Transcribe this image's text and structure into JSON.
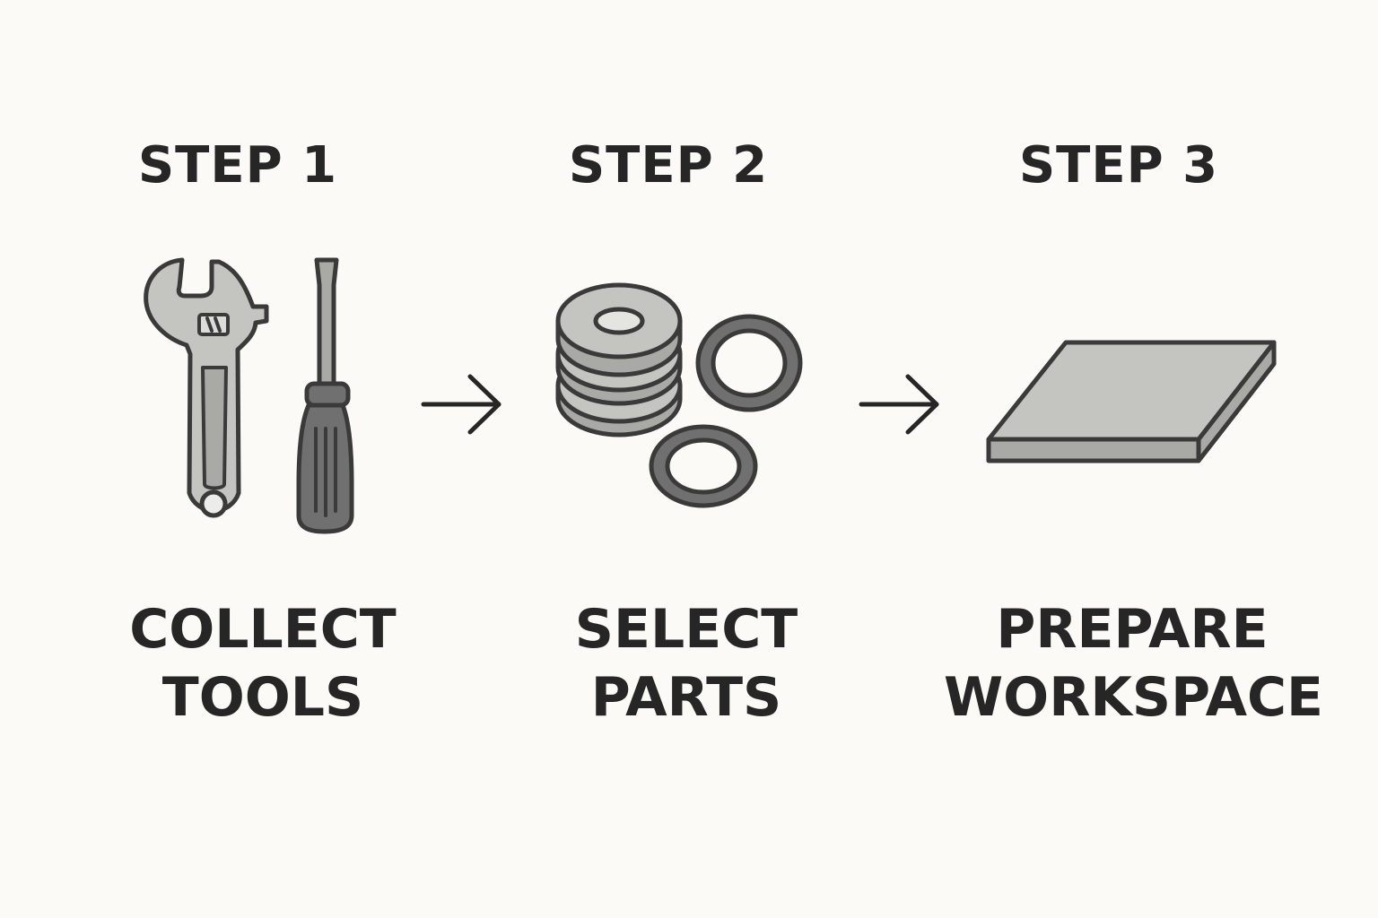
{
  "steps": [
    {
      "heading": "STEP 1",
      "label_line1": "COLLECT",
      "label_line2": "TOOLS",
      "icons": [
        "adjustable-wrench-icon",
        "screwdriver-icon"
      ]
    },
    {
      "heading": "STEP 2",
      "label_line1": "SELECT",
      "label_line2": "PARTS",
      "icons": [
        "washer-stack-icon",
        "rubber-ring-icon"
      ]
    },
    {
      "heading": "STEP 3",
      "label_line1": "PREPARE",
      "label_line2": "WORKSPACE",
      "icons": [
        "flat-board-icon"
      ]
    }
  ],
  "connectors": [
    "arrow-right-icon",
    "arrow-right-icon"
  ],
  "colors": {
    "background": "#fbfaf6",
    "text": "#262626",
    "outline": "#3a3a3a",
    "light_fill": "#c4c4c0",
    "mid_fill": "#a9a9a5",
    "dark_fill": "#707070"
  }
}
